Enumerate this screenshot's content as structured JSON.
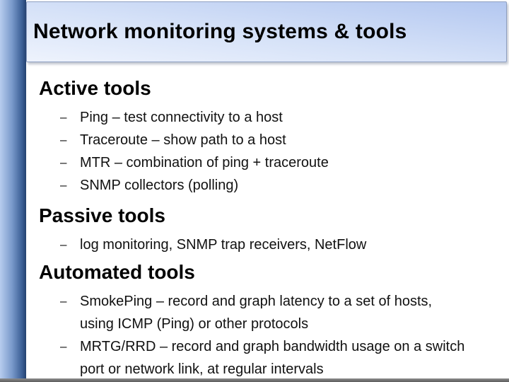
{
  "slide": {
    "title": "Network monitoring systems & tools",
    "bullet_marker": "–",
    "sections": [
      {
        "heading": "Active tools",
        "bullets": [
          "Ping – test connectivity to a host",
          "Traceroute – show path to a host",
          "MTR – combination of ping + traceroute",
          "SNMP collectors (polling)"
        ]
      },
      {
        "heading": "Passive tools",
        "bullets": [
          "log monitoring, SNMP trap receivers, NetFlow"
        ]
      },
      {
        "heading": "Automated tools",
        "bullets": [
          "SmokePing – record and graph latency to a set of hosts, using ICMP (Ping) or other protocols",
          "MRTG/RRD – record and graph bandwidth usage on a switch port or network link, at regular intervals"
        ]
      }
    ],
    "colors": {
      "strip_light": "#b7ccee",
      "strip_mid": "#7b9bcc",
      "strip_dark": "#24416f",
      "bar_light": "#eef3fd",
      "bar_mid": "#d6e2f8",
      "bar_dark": "#b3c7f0",
      "bar_border": "#8fa0c2",
      "text": "#0d0d0d",
      "bottom_bar": "#707070",
      "bg": "#ffffff"
    }
  }
}
